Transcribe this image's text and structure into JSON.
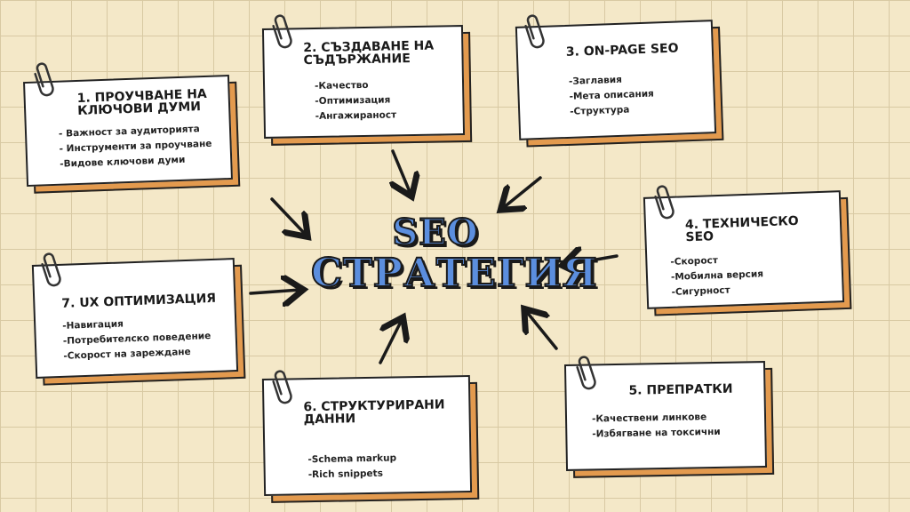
{
  "title": {
    "line1": "SEO",
    "line2": "СТРАТЕГИЯ"
  },
  "colors": {
    "background": "#f4e8c8",
    "card_shadow": "#e39a4e",
    "title_fill": "#5b8ede",
    "ink": "#1a1a1a"
  },
  "cards": [
    {
      "title": "1. Проучване на ключови думи",
      "items": [
        "- Важност за аудиторията",
        "- Инструменти за проучване",
        "-Видове ключови думи"
      ]
    },
    {
      "title": "2. Създаване на съдържание",
      "items": [
        "-Качество",
        "-Оптимизация",
        "-Ангажираност"
      ]
    },
    {
      "title": "3. On-page SEO",
      "items": [
        "-Заглавия",
        "-Мета описания",
        "-Структура"
      ]
    },
    {
      "title": "4. Техническо SEO",
      "items": [
        "-Скорост",
        "-Мобилна версия",
        "-Сигурност"
      ]
    },
    {
      "title": "5. Препратки",
      "items": [
        "-Качествени линкове",
        "-Избягване на токсични"
      ]
    },
    {
      "title": "6. Структурирани данни",
      "items": [
        "-Schema markup",
        "-Rich snippets"
      ]
    },
    {
      "title": "7. UX оптимизация",
      "items": [
        "-Навигация",
        "-Потребителско поведение",
        "-Скорост на зареждане"
      ]
    }
  ]
}
